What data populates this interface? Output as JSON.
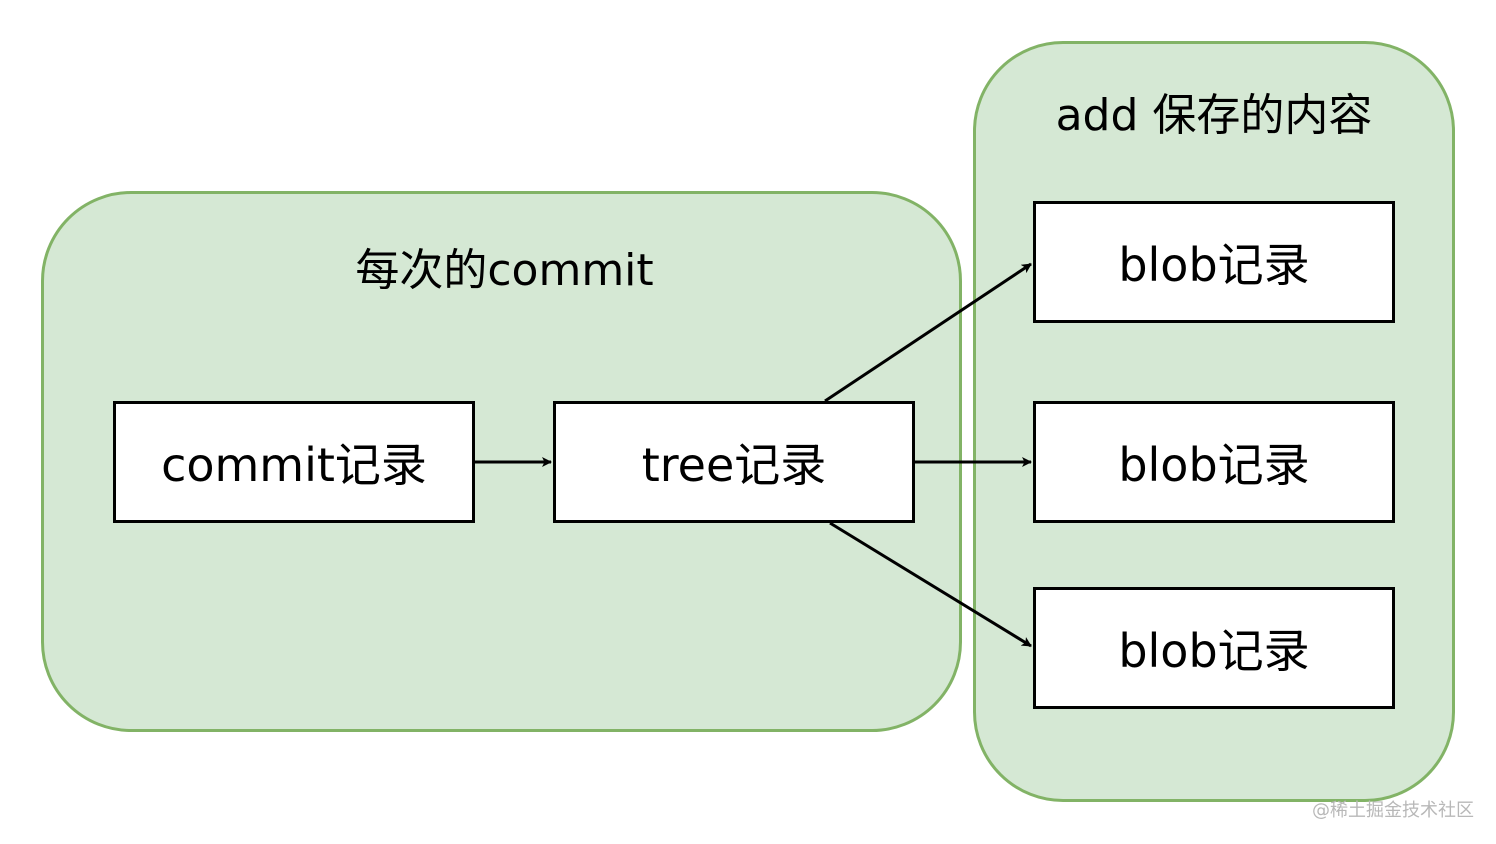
{
  "groups": {
    "commit": {
      "title": "每次的commit"
    },
    "add": {
      "title": "add 保存的内容"
    }
  },
  "nodes": {
    "commit": "commit记录",
    "tree": "tree记录",
    "blob1": "blob记录",
    "blob2": "blob记录",
    "blob3": "blob记录"
  },
  "edges": [
    {
      "from": "commit",
      "to": "tree"
    },
    {
      "from": "tree",
      "to": "blob1"
    },
    {
      "from": "tree",
      "to": "blob2"
    },
    {
      "from": "tree",
      "to": "blob3"
    }
  ],
  "colors": {
    "group_fill": "#d5e8d4",
    "group_stroke": "#82b366",
    "box_fill": "#ffffff",
    "box_stroke": "#000000"
  },
  "watermark": "@稀土掘金技术社区"
}
